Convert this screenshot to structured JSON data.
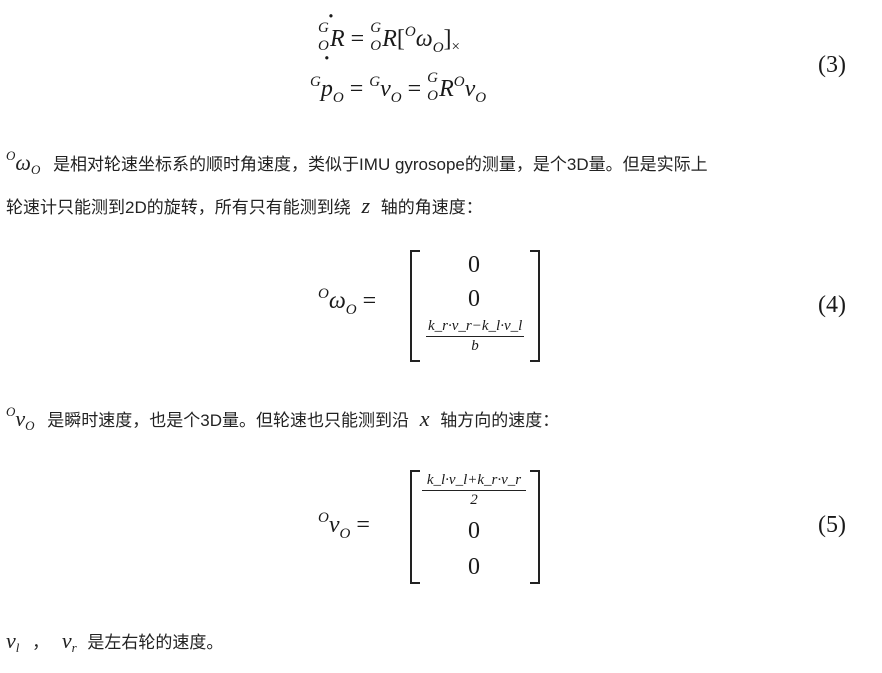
{
  "equations": {
    "eq3": {
      "number": "(3)",
      "line1_rhs_close": "]",
      "line1_times": "×",
      "eq_sign": "="
    },
    "eq4": {
      "number": "(4)",
      "lhs": "ω",
      "row1": "0",
      "row2": "0",
      "frac_num": "k_r·v_r−k_l·v_l",
      "frac_den": "b"
    },
    "eq5": {
      "number": "(5)",
      "lhs": "v",
      "frac_num": "k_l·v_l+k_r·v_r",
      "frac_den": "2",
      "row2": "0",
      "row3": "0"
    }
  },
  "paragraphs": {
    "p1_line1": "是相对轮速坐标系的顺时角速度，类似于IMU gyrosope的测量，是个3D量。但是实际上",
    "p1_line2_a": "轮速计只能测到2D的旋转，所有只有能测到绕",
    "p1_line2_var": "z",
    "p1_line2_b": "轴的角速度：",
    "p2_a": "是瞬时速度，也是个3D量。但轮速也只能测到沿",
    "p2_var": "x",
    "p2_b": "轴方向的速度：",
    "p3_sep": "，",
    "p3_text": "是左右轮的速度。"
  }
}
